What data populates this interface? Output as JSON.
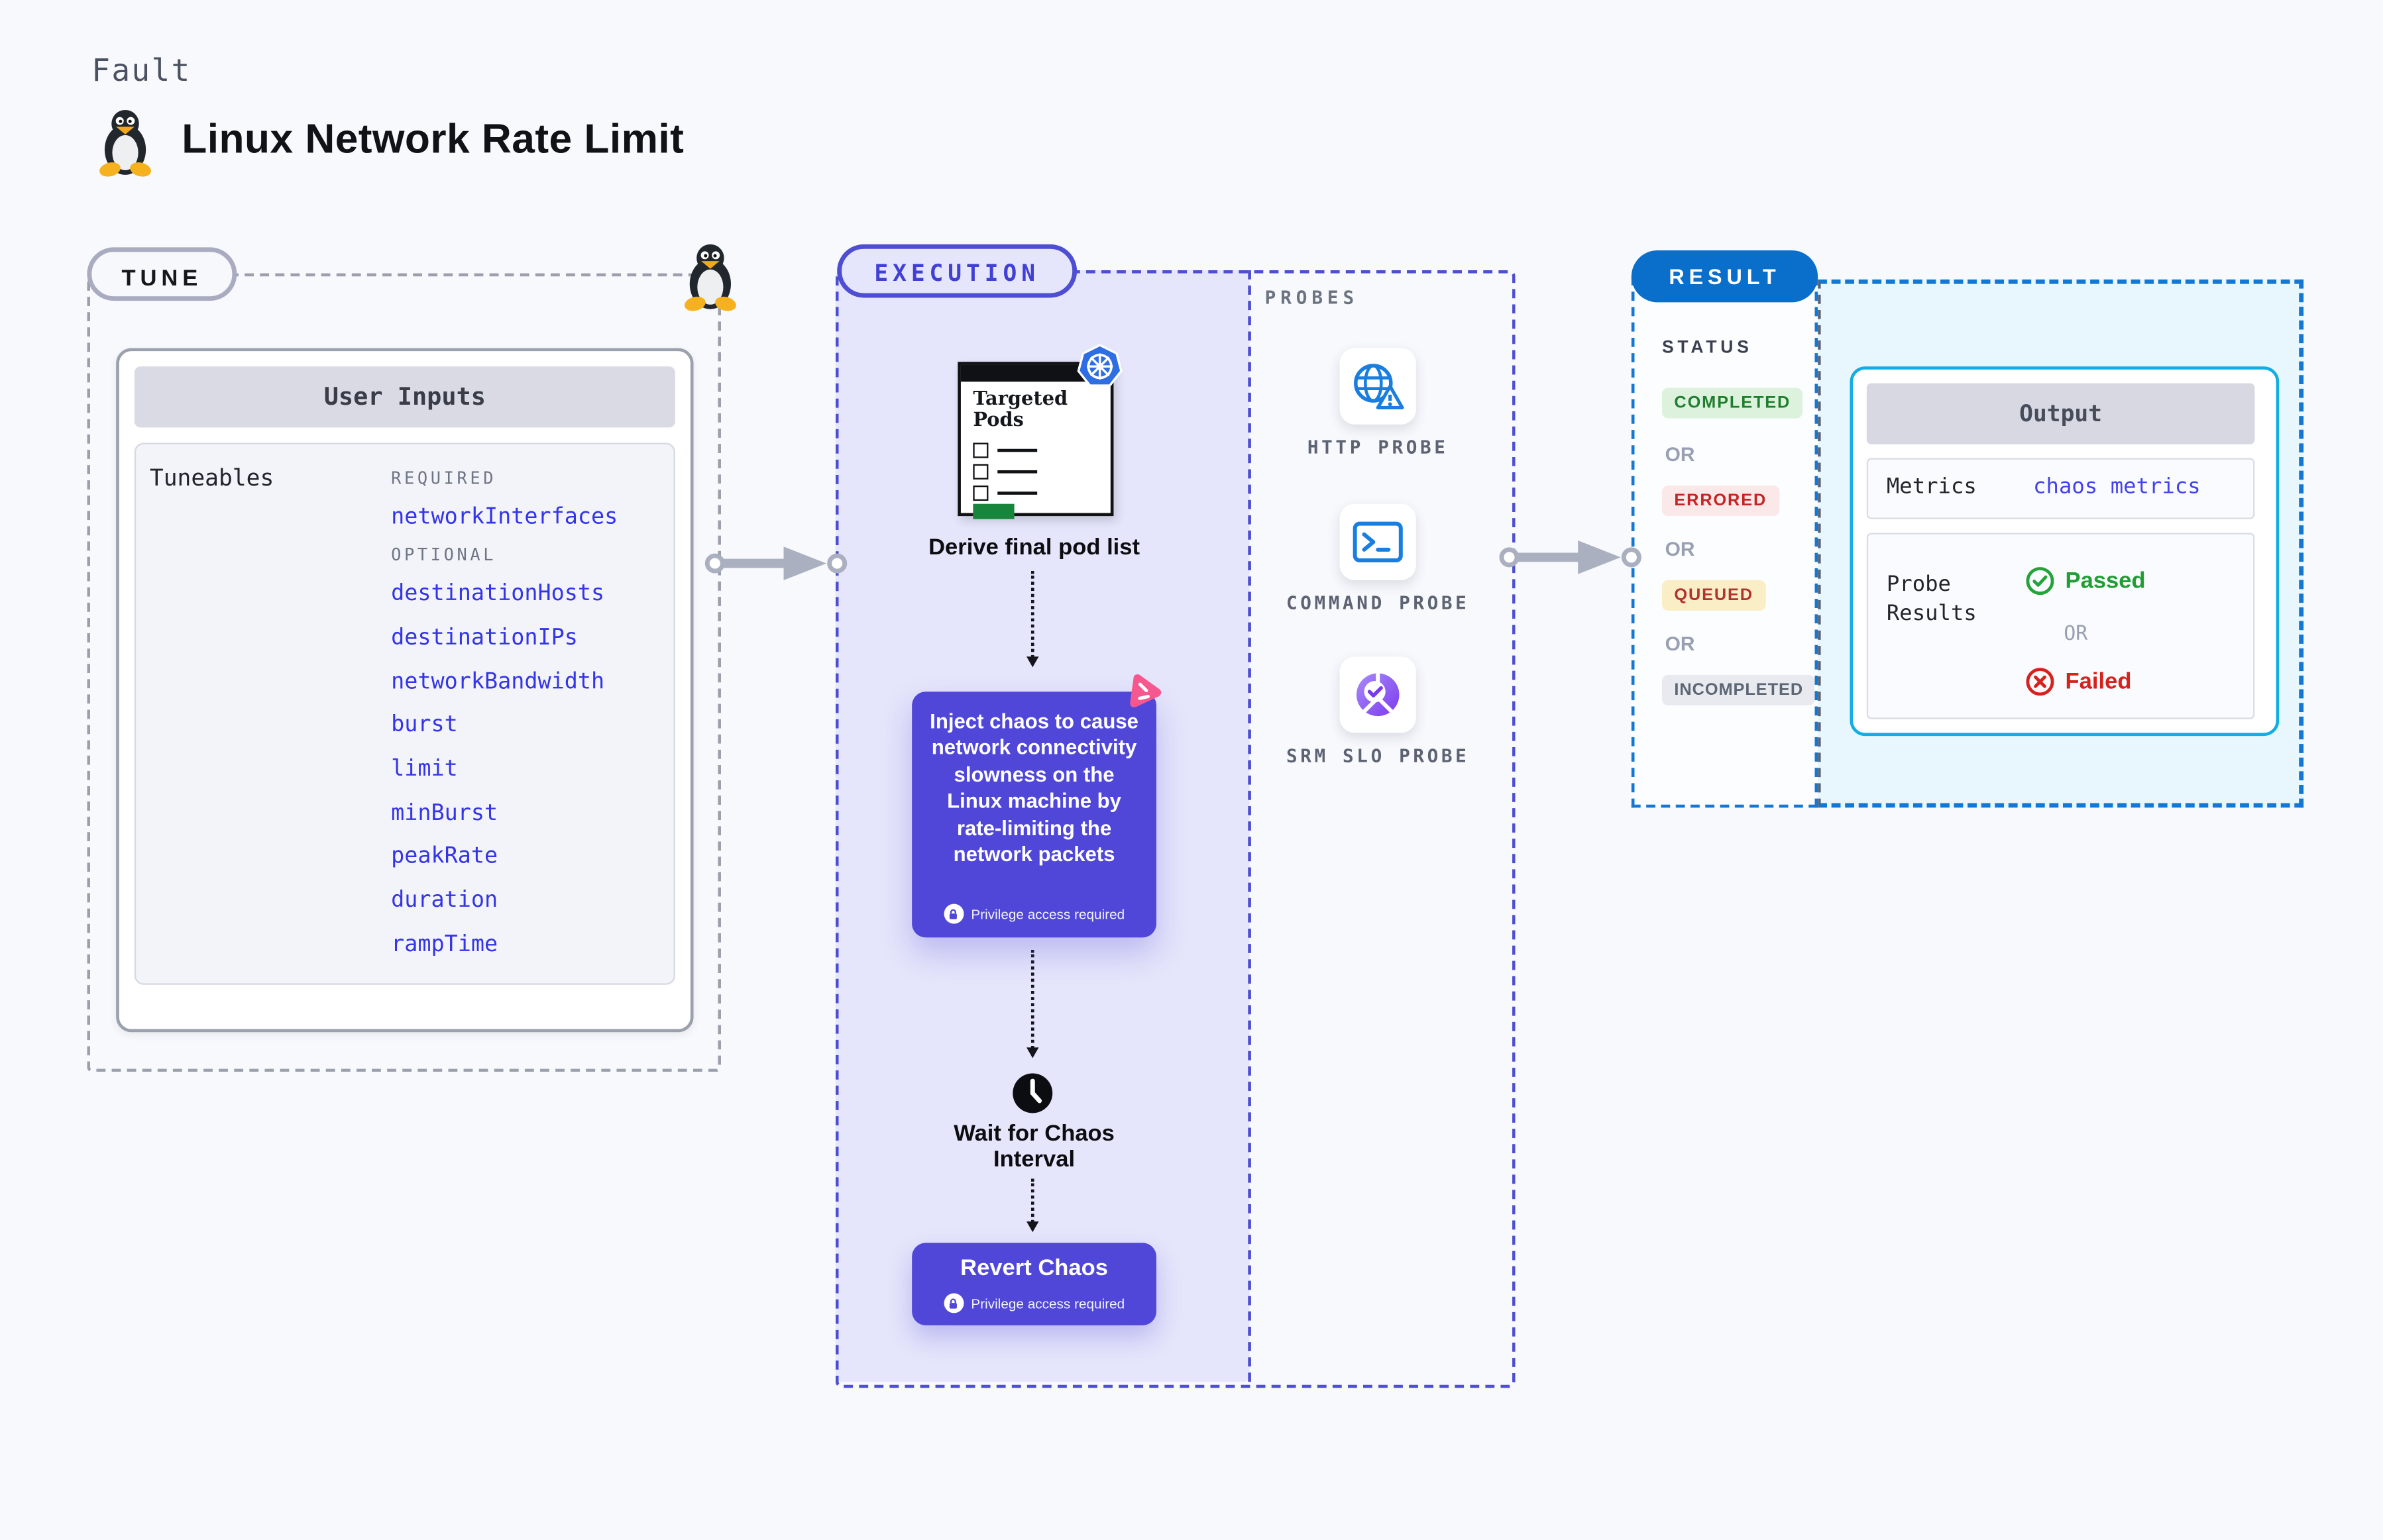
{
  "header": {
    "eyebrow": "Fault",
    "title": "Linux Network Rate Limit"
  },
  "tune": {
    "badge": "TUNE",
    "card_title": "User Inputs",
    "rows_label": "Tuneables",
    "required_label": "REQUIRED",
    "optional_label": "OPTIONAL",
    "required": [
      "networkInterfaces"
    ],
    "optional": [
      "destinationHosts",
      "destinationIPs",
      "networkBandwidth",
      "burst",
      "limit",
      "minBurst",
      "peakRate",
      "duration",
      "rampTime"
    ]
  },
  "execution": {
    "badge": "EXECUTION",
    "targeted_pods_title": "Targeted Pods",
    "derive_label": "Derive final pod list",
    "inject_text": "Inject chaos to cause network connectivity slowness on the Linux machine by rate-limiting the network packets",
    "privilege_label": "Privilege access required",
    "wait_label": "Wait for Chaos Interval",
    "revert_label": "Revert Chaos"
  },
  "probes": {
    "label": "PROBES",
    "items": [
      {
        "name": "HTTP PROBE",
        "icon": "globe-alert-icon"
      },
      {
        "name": "COMMAND PROBE",
        "icon": "terminal-icon"
      },
      {
        "name": "SRM SLO PROBE",
        "icon": "slo-pie-icon"
      }
    ]
  },
  "result": {
    "badge": "RESULT",
    "status_label": "STATUS",
    "or_label": "OR",
    "statuses": [
      {
        "label": "COMPLETED",
        "bg": "#ddf2dd",
        "fg": "#1e7e2c"
      },
      {
        "label": "ERRORED",
        "bg": "#fbe9e9",
        "fg": "#c52424"
      },
      {
        "label": "QUEUED",
        "bg": "#faeec7",
        "fg": "#b23230"
      },
      {
        "label": "INCOMPLETED",
        "bg": "#e8eaf0",
        "fg": "#5d6673"
      }
    ],
    "output": {
      "title": "Output",
      "metrics_label": "Metrics",
      "metrics_value": "chaos metrics",
      "probe_results_label": "Probe Results",
      "passed_label": "Passed",
      "failed_label": "Failed"
    }
  },
  "colors": {
    "background": "#f8f9fd",
    "indigo_border": "#4e4ed2",
    "indigo_fill": "#5047d9",
    "lavender_bg": "#e5e5fb",
    "tuneable_blue": "#3434e8",
    "result_blue": "#0a6fcb",
    "dashed_blue": "#1478d2",
    "cyan_border": "#12ade3",
    "cyan_bg": "#e8f6fd",
    "arrow_gray": "#aab0bf",
    "passed_green": "#1f9e34",
    "failed_red": "#d6221c",
    "kubernetes_blue": "#2f6de2",
    "chaos_pink": "#f6578f",
    "srm_purple": "#8b5cf6"
  }
}
